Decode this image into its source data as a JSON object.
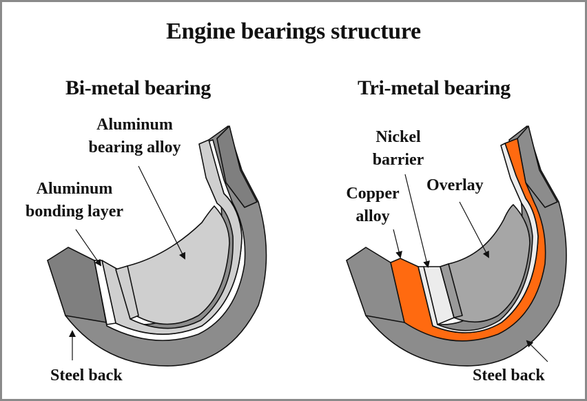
{
  "title": "Engine bearings structure",
  "bimetal": {
    "heading": "Bi-metal bearing",
    "labels": {
      "bearing_alloy_1": "Aluminum",
      "bearing_alloy_2": "bearing alloy",
      "bonding_1": "Aluminum",
      "bonding_2": "bonding layer",
      "steel_back": "Steel back"
    }
  },
  "trimetal": {
    "heading": "Tri-metal bearing",
    "labels": {
      "nickel_1": "Nickel",
      "nickel_2": "barrier",
      "copper_1": "Copper",
      "copper_2": "alloy",
      "overlay": "Overlay",
      "steel_back": "Steel back"
    }
  },
  "colors": {
    "steel": "#8c8c8c",
    "aluminum_alloy": "#cfcfcf",
    "bonding_layer": "#ffffff",
    "copper": "#ff6a10",
    "nickel": "#ececec",
    "overlay": "#a6a6a6",
    "border": "#8a8a8a"
  }
}
